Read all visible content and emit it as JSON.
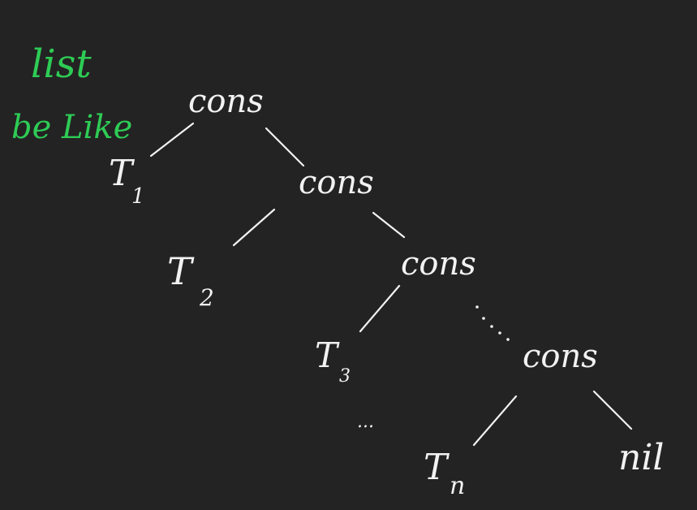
{
  "colors": {
    "background": "#232323",
    "ink": "#f2f2f2",
    "note": "#2ecc55"
  },
  "note": {
    "line1": "list",
    "line2": "be Like"
  },
  "tree": {
    "nodes": [
      {
        "id": "cons1",
        "label": "cons"
      },
      {
        "id": "cons2",
        "label": "cons"
      },
      {
        "id": "cons3",
        "label": "cons"
      },
      {
        "id": "cons4",
        "label": "cons"
      }
    ],
    "leaves": [
      {
        "id": "t1",
        "base": "T",
        "sub": "1"
      },
      {
        "id": "t2",
        "base": "T",
        "sub": "2"
      },
      {
        "id": "t3",
        "base": "T",
        "sub": "3"
      },
      {
        "id": "tn",
        "base": "T",
        "sub": "n"
      }
    ],
    "terminator": "nil",
    "ellipsis": "..."
  }
}
